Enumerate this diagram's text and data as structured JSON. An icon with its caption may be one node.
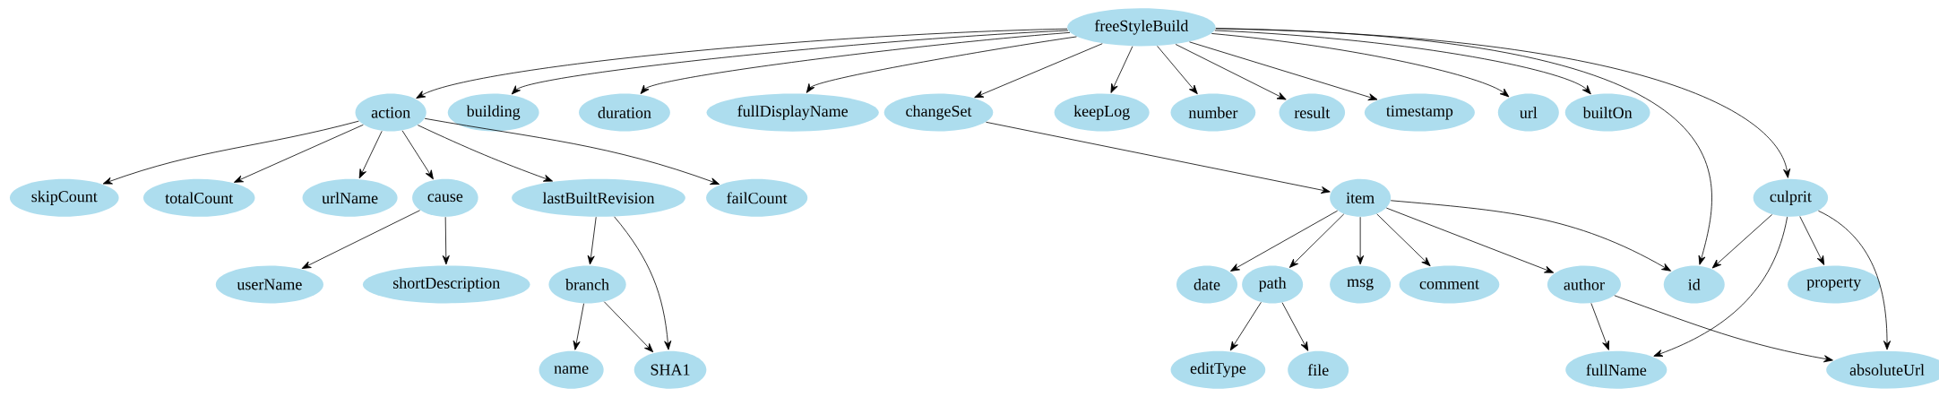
{
  "diagram": {
    "nodes": [
      {
        "text": [
          "freeStyleBuild"
        ]
      },
      {
        "text": [
          "action"
        ]
      },
      {
        "text": [
          "building"
        ]
      },
      {
        "text": [
          "duration"
        ]
      },
      {
        "text": [
          "fullDisplayName"
        ]
      },
      {
        "text": [
          "changeSet"
        ]
      },
      {
        "text": [
          "keepLog"
        ]
      },
      {
        "text": [
          "number"
        ]
      },
      {
        "text": [
          "result"
        ]
      },
      {
        "text": [
          "timestamp"
        ]
      },
      {
        "text": [
          "url"
        ]
      },
      {
        "text": [
          "builtOn"
        ]
      },
      {
        "text": [
          "skipCount"
        ]
      },
      {
        "text": [
          "totalCount"
        ]
      },
      {
        "text": [
          "urlName"
        ]
      },
      {
        "text": [
          "cause"
        ]
      },
      {
        "text": [
          "lastBuiltRevision"
        ]
      },
      {
        "text": [
          "failCount"
        ]
      },
      {
        "text": [
          "item"
        ]
      },
      {
        "text": [
          "culprit"
        ]
      },
      {
        "text": [
          "userName"
        ]
      },
      {
        "text": [
          "shortDescription"
        ]
      },
      {
        "text": [
          "branch"
        ]
      },
      {
        "text": [
          "date"
        ]
      },
      {
        "text": [
          "path"
        ]
      },
      {
        "text": [
          "msg"
        ]
      },
      {
        "text": [
          "comment"
        ]
      },
      {
        "text": [
          "author"
        ]
      },
      {
        "text": [
          "id"
        ]
      },
      {
        "text": [
          "property"
        ]
      },
      {
        "text": [
          "name"
        ]
      },
      {
        "text": [
          "SHA1"
        ]
      },
      {
        "text": [
          "editType"
        ]
      },
      {
        "text": [
          "file"
        ]
      },
      {
        "text": [
          "fullName"
        ]
      },
      {
        "text": [
          "absoluteUrl"
        ]
      }
    ],
    "edges": [
      {
        "from": 0,
        "to": 1,
        "arrow": "to"
      },
      {
        "from": 0,
        "to": 2,
        "arrow": "to"
      },
      {
        "from": 0,
        "to": 3,
        "arrow": "to"
      },
      {
        "from": 0,
        "to": 4,
        "arrow": "to"
      },
      {
        "from": 0,
        "to": 5,
        "arrow": "to"
      },
      {
        "from": 0,
        "to": 6,
        "arrow": "to"
      },
      {
        "from": 0,
        "to": 7,
        "arrow": "to"
      },
      {
        "from": 0,
        "to": 8,
        "arrow": "to"
      },
      {
        "from": 0,
        "to": 9,
        "arrow": "to"
      },
      {
        "from": 0,
        "to": 10,
        "arrow": "to"
      },
      {
        "from": 0,
        "to": 11,
        "arrow": "to"
      },
      {
        "from": 0,
        "to": 19,
        "arrow": "to"
      },
      {
        "from": 0,
        "to": 28,
        "arrow": "to"
      },
      {
        "from": 1,
        "to": 12,
        "arrow": "to"
      },
      {
        "from": 1,
        "to": 13,
        "arrow": "to"
      },
      {
        "from": 1,
        "to": 14,
        "arrow": "to"
      },
      {
        "from": 1,
        "to": 15,
        "arrow": "to"
      },
      {
        "from": 1,
        "to": 16,
        "arrow": "to"
      },
      {
        "from": 1,
        "to": 17,
        "arrow": "to"
      },
      {
        "from": 5,
        "to": 18,
        "arrow": "to"
      },
      {
        "from": 15,
        "to": 20,
        "arrow": "to"
      },
      {
        "from": 15,
        "to": 21,
        "arrow": "to"
      },
      {
        "from": 16,
        "to": 22,
        "arrow": "to"
      },
      {
        "from": 16,
        "to": 31,
        "arrow": "to"
      },
      {
        "from": 18,
        "to": 23,
        "arrow": "to"
      },
      {
        "from": 18,
        "to": 24,
        "arrow": "to"
      },
      {
        "from": 18,
        "to": 25,
        "arrow": "to"
      },
      {
        "from": 18,
        "to": 26,
        "arrow": "to"
      },
      {
        "from": 18,
        "to": 27,
        "arrow": "to"
      },
      {
        "from": 18,
        "to": 28,
        "arrow": "to"
      },
      {
        "from": 19,
        "to": 28,
        "arrow": "to"
      },
      {
        "from": 19,
        "to": 29,
        "arrow": "to"
      },
      {
        "from": 19,
        "to": 34,
        "arrow": "to"
      },
      {
        "from": 19,
        "to": 35,
        "arrow": "to"
      },
      {
        "from": 22,
        "to": 30,
        "arrow": "to"
      },
      {
        "from": 22,
        "to": 31,
        "arrow": "to"
      },
      {
        "from": 24,
        "to": 32,
        "arrow": "to"
      },
      {
        "from": 24,
        "to": 33,
        "arrow": "to"
      },
      {
        "from": 27,
        "to": 34,
        "arrow": "to"
      },
      {
        "from": 27,
        "to": 35,
        "arrow": "to"
      }
    ]
  }
}
